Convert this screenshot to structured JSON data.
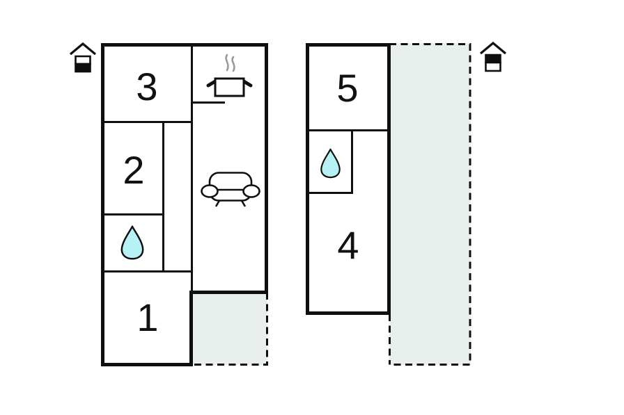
{
  "title": "floor-plan",
  "colors": {
    "wall": "#0f0f0f",
    "terrace_fill": "#e8efed",
    "water_drop_fill": "#b7f1f5",
    "steam": "#9a9a9a",
    "background": "#ffffff"
  },
  "room_labels": {
    "room1": "1",
    "room2": "2",
    "room3": "3",
    "room4": "4",
    "room5": "5"
  },
  "icons": {
    "left_floor_indicator": "house-lower-level-icon",
    "right_floor_indicator": "house-upper-level-icon",
    "bathroom_left": "water-drop-icon",
    "bathroom_right": "water-drop-icon",
    "kitchen": "cooking-pot-steam-icon",
    "living_room": "sofa-icon"
  }
}
